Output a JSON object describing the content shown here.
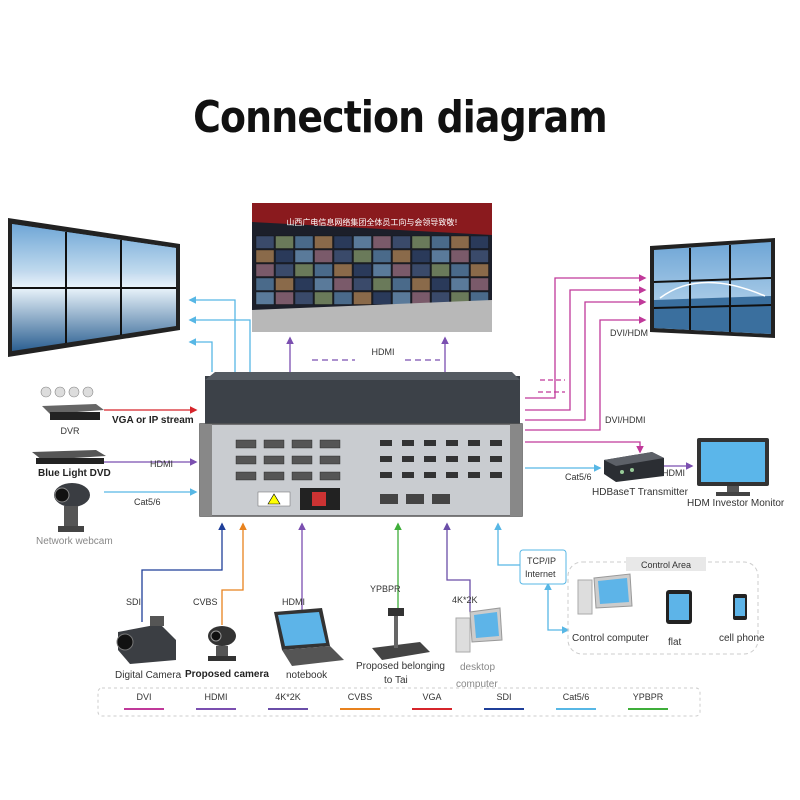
{
  "title": "Connection diagram",
  "labels": {
    "vga_ip": "VGA or IP stream",
    "dvr": "DVR",
    "bluray": "Blue Light DVD",
    "hdmi_left": "HDMI",
    "webcam": "Network webcam",
    "cat56_left": "Cat5/6",
    "hdmi_top": "HDMI",
    "dvi_hdm": "DVI/HDM",
    "dvi_hdmi": "DVI/HDMI",
    "cat56_right": "Cat5/6",
    "hdmi_right": "HDMI",
    "transmitter": "HDBaseT Transmitter",
    "monitor": "HDM Investor Monitor",
    "sdi": "SDI",
    "cvbs": "CVBS",
    "hdmi_bottom": "HDMI",
    "ypbpr": "YPBPR",
    "k4": "4K*2K",
    "tcpip_1": "TCP/IP",
    "tcpip_2": "Internet",
    "control_area": "Control Area",
    "control_computer": "Control computer",
    "flat": "flat",
    "cell_phone": "cell phone",
    "digital_camera": "Digital Camera",
    "proposed_camera": "Proposed camera",
    "notebook": "notebook",
    "visualizer_1": "Proposed belonging",
    "visualizer_2": "to Tai",
    "desktop_1": "desktop",
    "desktop_2": "computer",
    "banner": "山西广电信息网络集团全体员工向与会领导致敬!"
  },
  "legend": [
    {
      "label": "DVI",
      "color": "#c0399a"
    },
    {
      "label": "HDMI",
      "color": "#7b4fb0"
    },
    {
      "label": "4K*2K",
      "color": "#6a4ea8"
    },
    {
      "label": "CVBS",
      "color": "#e8821e"
    },
    {
      "label": "VGA",
      "color": "#d6252b"
    },
    {
      "label": "SDI",
      "color": "#1f3f99"
    },
    {
      "label": "Cat5/6",
      "color": "#57b7e5"
    },
    {
      "label": "YPBPR",
      "color": "#3fae3a"
    }
  ],
  "colors": {
    "dvi": "#c0399a",
    "hdmi": "#7b4fb0",
    "cvbs": "#e8821e",
    "vga": "#d6252b",
    "sdi": "#1f3f99",
    "cat": "#57b7e5",
    "ypbpr": "#3fae3a"
  }
}
